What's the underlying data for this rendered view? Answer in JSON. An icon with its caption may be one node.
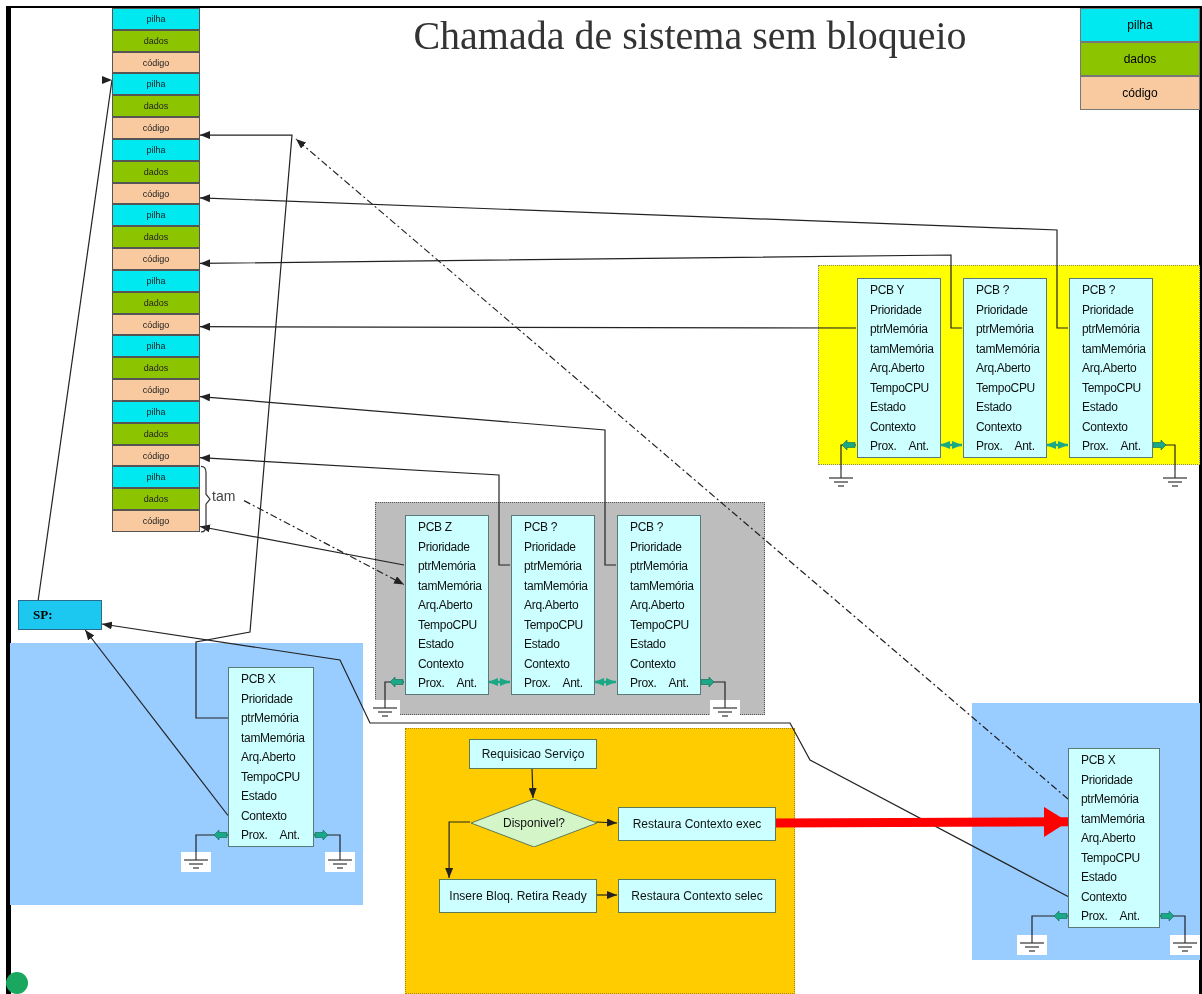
{
  "diagram": {
    "title": "Chamada de sistema sem bloqueio",
    "nodes": [
      {
        "text": [
          "pilha"
        ]
      },
      {
        "text": [
          "dados"
        ]
      },
      {
        "text": [
          "código"
        ]
      },
      {
        "text": [
          "pilha"
        ]
      },
      {
        "text": [
          "dados"
        ]
      },
      {
        "text": [
          "código"
        ]
      },
      {
        "text": [
          "pilha"
        ]
      },
      {
        "text": [
          "dados"
        ]
      },
      {
        "text": [
          "código"
        ]
      },
      {
        "text": [
          "pilha"
        ]
      },
      {
        "text": [
          "dados"
        ]
      },
      {
        "text": [
          "código"
        ]
      },
      {
        "text": [
          "pilha"
        ]
      },
      {
        "text": [
          "dados"
        ]
      },
      {
        "text": [
          "código"
        ]
      },
      {
        "text": [
          "pilha"
        ]
      },
      {
        "text": [
          "dados"
        ]
      },
      {
        "text": [
          "código"
        ]
      },
      {
        "text": [
          "pilha"
        ]
      },
      {
        "text": [
          "dados"
        ]
      },
      {
        "text": [
          "código"
        ]
      },
      {
        "text": [
          "pilha"
        ]
      },
      {
        "text": [
          "dados"
        ]
      },
      {
        "text": [
          "código"
        ]
      },
      {
        "text": [
          "tam"
        ]
      },
      {
        "text": [
          "SP:"
        ]
      },
      {
        "text": [],
        "shape": "box"
      },
      {
        "text": [
          "PCB Y",
          "Prioridade",
          "ptrMemória",
          "tamMemória",
          "Arq.Aberto",
          "TempoCPU",
          "Estado",
          "Contexto",
          "Prox.",
          "Ant."
        ],
        "in": 26
      },
      {
        "text": [
          "PCB ?",
          "Prioridade",
          "ptrMemória",
          "tamMemória",
          "Arq.Aberto",
          "TempoCPU",
          "Estado",
          "Contexto",
          "Prox.",
          "Ant."
        ],
        "in": 26
      },
      {
        "text": [
          "PCB ?",
          "Prioridade",
          "ptrMemória",
          "tamMemória",
          "Arq.Aberto",
          "TempoCPU",
          "Estado",
          "Contexto",
          "Prox.",
          "Ant."
        ],
        "in": 26
      },
      {
        "text": [],
        "shape": "box"
      },
      {
        "text": [
          "PCB Z",
          "Prioridade",
          "ptrMemória",
          "tamMemória",
          "Arq.Aberto",
          "TempoCPU",
          "Estado",
          "Contexto",
          "Prox.",
          "Ant."
        ],
        "in": 30
      },
      {
        "text": [
          "PCB ?",
          "Prioridade",
          "ptrMemória",
          "tamMemória",
          "Arq.Aberto",
          "TempoCPU",
          "Estado",
          "Contexto",
          "Prox.",
          "Ant."
        ],
        "in": 30
      },
      {
        "text": [
          "PCB ?",
          "Prioridade",
          "ptrMemória",
          "tamMemória",
          "Arq.Aberto",
          "TempoCPU",
          "Estado",
          "Contexto",
          "Prox.",
          "Ant."
        ],
        "in": 30
      },
      {
        "text": [],
        "shape": "box"
      },
      {
        "text": [
          "PCB X",
          "Prioridade",
          "ptrMemória",
          "tamMemória",
          "Arq.Aberto",
          "TempoCPU",
          "Estado",
          "Contexto",
          "Prox.",
          "Ant."
        ],
        "in": 34
      },
      {
        "text": [],
        "shape": "box"
      },
      {
        "text": [
          "Requisicao Serviço"
        ],
        "in": 36
      },
      {
        "text": [
          "Disponivel?"
        ],
        "in": 36
      },
      {
        "text": [
          "Restaura Contexto exec"
        ],
        "in": 36
      },
      {
        "text": [
          "Insere Bloq. Retira Ready"
        ],
        "in": 36
      },
      {
        "text": [
          "Restaura Contexto selec"
        ],
        "in": 36
      },
      {
        "text": [],
        "shape": "box"
      },
      {
        "text": [
          "PCB X",
          "Prioridade",
          "ptrMemória",
          "tamMemória",
          "Arq.Aberto",
          "TempoCPU",
          "Estado",
          "Contexto",
          "Prox.",
          "Ant."
        ],
        "in": 42
      },
      {
        "text": [],
        "shape": "ground"
      },
      {
        "text": [],
        "shape": "ground"
      },
      {
        "text": [],
        "shape": "ground"
      },
      {
        "text": [],
        "shape": "ground"
      },
      {
        "text": [],
        "shape": "ground",
        "in": 34
      },
      {
        "text": [],
        "shape": "ground",
        "in": 34
      },
      {
        "text": [],
        "shape": "ground",
        "in": 42
      },
      {
        "text": [],
        "shape": "ground",
        "in": 42
      }
    ],
    "edges": [
      {
        "from": 25,
        "to": 3,
        "arrow": "to"
      },
      {
        "from": 35,
        "to": 5,
        "arrow": "to"
      },
      {
        "from": 43,
        "to": null,
        "arrow": "to",
        "style": "dashed"
      },
      {
        "from": 29,
        "to": 8,
        "arrow": "to"
      },
      {
        "from": 28,
        "to": 11,
        "arrow": "to"
      },
      {
        "from": 27,
        "to": 14,
        "arrow": "to"
      },
      {
        "from": 33,
        "to": 17,
        "arrow": "to"
      },
      {
        "from": 32,
        "to": 20,
        "arrow": "to"
      },
      {
        "from": 31,
        "to": 23,
        "arrow": "to"
      },
      {
        "from": 24,
        "to": 31,
        "arrow": "to",
        "style": "dashed"
      },
      {
        "from": 35,
        "to": 25,
        "arrow": "to"
      },
      {
        "from": 43,
        "to": 25,
        "arrow": "to"
      },
      {
        "from": 27,
        "to": 28,
        "arrow": "both",
        "color": "#1aa886"
      },
      {
        "from": 28,
        "to": 29,
        "arrow": "both",
        "color": "#1aa886"
      },
      {
        "from": 31,
        "to": 32,
        "arrow": "both",
        "color": "#1aa886"
      },
      {
        "from": 32,
        "to": 33,
        "arrow": "both",
        "color": "#1aa886"
      },
      {
        "from": 27,
        "to": 44,
        "arrow": "none"
      },
      {
        "from": 29,
        "to": 45,
        "arrow": "none"
      },
      {
        "from": 31,
        "to": 46,
        "arrow": "none"
      },
      {
        "from": 33,
        "to": 47,
        "arrow": "none"
      },
      {
        "from": 35,
        "to": 48,
        "arrow": "none"
      },
      {
        "from": 35,
        "to": 49,
        "arrow": "none"
      },
      {
        "from": 43,
        "to": 50,
        "arrow": "none"
      },
      {
        "from": 43,
        "to": 51,
        "arrow": "none"
      },
      {
        "from": 37,
        "to": 38,
        "arrow": "to"
      },
      {
        "from": 38,
        "to": 39,
        "arrow": "to"
      },
      {
        "from": 38,
        "to": 40,
        "arrow": "to"
      },
      {
        "from": 40,
        "to": 41,
        "arrow": "to"
      },
      {
        "from": 39,
        "to": 43,
        "arrow": "to",
        "style": "thick",
        "color": "#ff0000"
      }
    ],
    "legend": [
      {
        "text": "pilha",
        "color": "#00e8f0"
      },
      {
        "text": "dados",
        "color": "#8dc400"
      },
      {
        "text": "código",
        "color": "#f9c99f"
      }
    ]
  }
}
